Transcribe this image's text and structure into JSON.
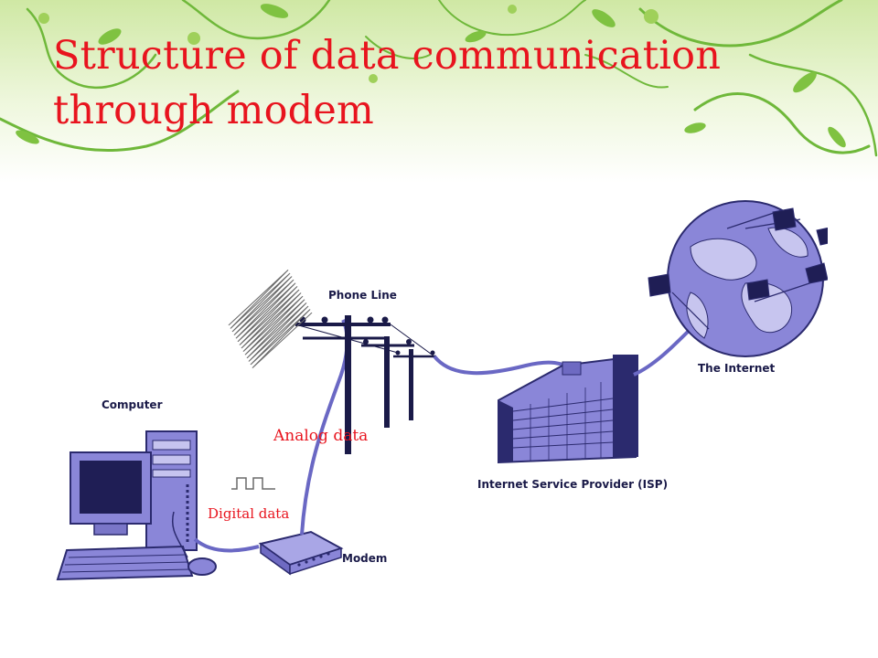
{
  "slide": {
    "title_line1": "Structure of data communication",
    "title_line2": "through modem"
  },
  "diagram": {
    "labels": {
      "phone_line": "Phone Line",
      "computer": "Computer",
      "internet": "The Internet",
      "isp": "Internet Service Provider (ISP)",
      "modem": "Modem"
    },
    "annotations": {
      "analog": "Analog data",
      "digital": "Digital data"
    }
  },
  "colors": {
    "title": "#e8141e",
    "device_fill": "#8a86d8",
    "device_dark": "#2b2a6e",
    "label": "#1a1a48",
    "leaf_green": "#7fc241"
  }
}
